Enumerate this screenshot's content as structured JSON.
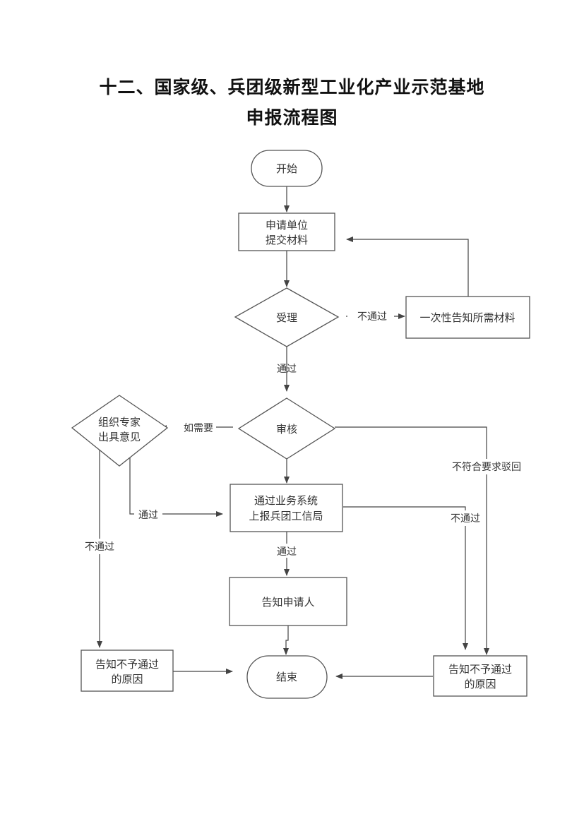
{
  "title": {
    "line1": "十二、国家级、兵团级新型工业化产业示范基地",
    "line2": "申报流程图"
  },
  "nodes": {
    "start": "开始",
    "submit_line1": "申请单位",
    "submit_line2": "提交材料",
    "accept": "受理",
    "notify_materials": "一次性告知所需材料",
    "review": "审核",
    "expert_line1": "组织专家",
    "expert_line2": "出具意见",
    "report_line1": "通过业务系统",
    "report_line2": "上报兵团工信局",
    "notify_applicant": "告知申请人",
    "reject_left_line1": "告知不予通过",
    "reject_left_line2": "的原因",
    "end": "结束",
    "reject_right_line1": "告知不予通过",
    "reject_right_line2": "的原因"
  },
  "edges": {
    "accept_fail": "不通过",
    "accept_pass": "通过",
    "review_need": "如需要",
    "review_reject": "不符合要求驳回",
    "expert_pass": "通过",
    "expert_fail": "不通过",
    "report_pass": "通过",
    "report_fail": "不通过"
  },
  "colors": {
    "stroke": "#555555",
    "text": "#333333",
    "background": "#ffffff"
  }
}
